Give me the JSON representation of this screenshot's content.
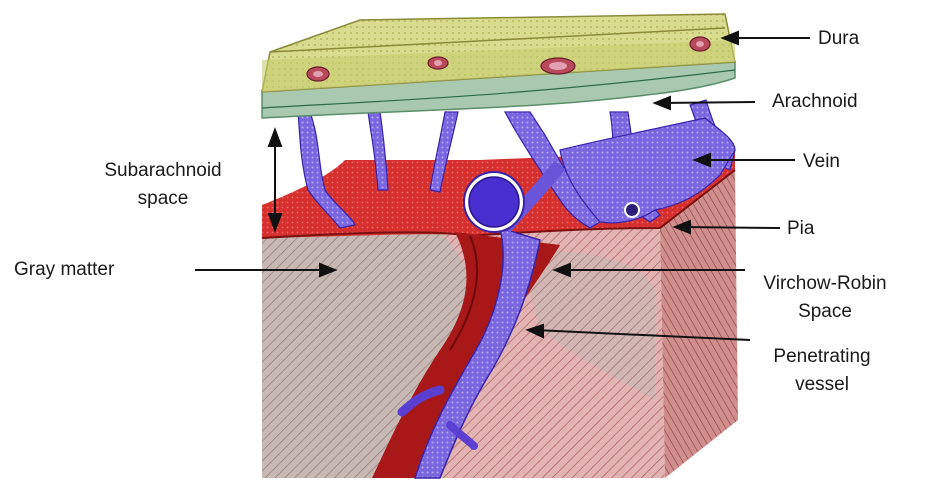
{
  "labels": {
    "dura": "Dura",
    "arachnoid": "Arachnoid",
    "subarachnoid_line1": "Subarachnoid",
    "subarachnoid_line2": "space",
    "vein": "Vein",
    "pia": "Pia",
    "gray_matter": "Gray matter",
    "virchow_line1": "Virchow-Robin",
    "virchow_line2": "Space",
    "penetrating_line1": "Penetrating",
    "penetrating_line2": "vessel"
  },
  "colors": {
    "dura": "#d8dc8a",
    "dura_dark": "#b9bd5a",
    "arachnoid": "#9fc5a8",
    "vessel_blue": "#5a3fd0",
    "vessel_light": "#9a8ff0",
    "red": "#d42a2a",
    "dark_red": "#9e1414",
    "pink": "#d9a3a3",
    "gray_area": "#b5aaa6",
    "text": "#1a1a1a"
  }
}
